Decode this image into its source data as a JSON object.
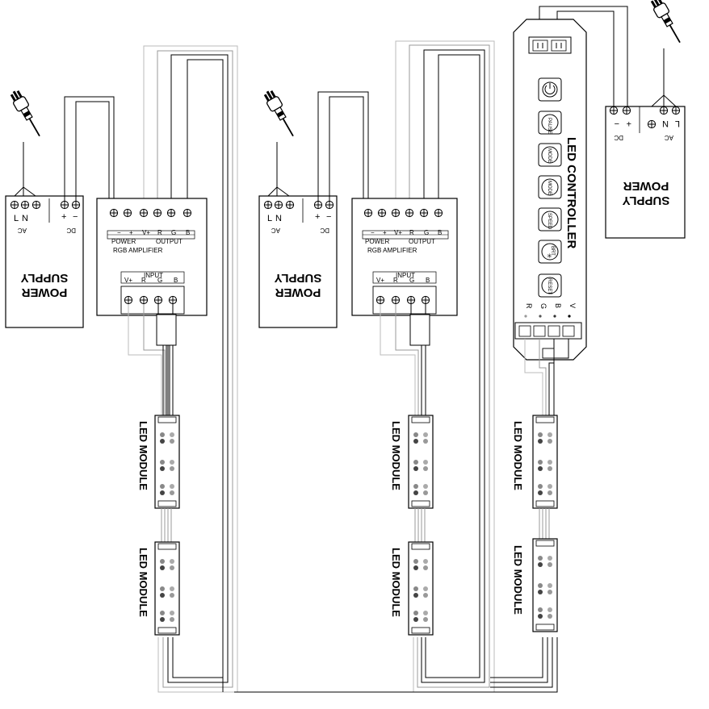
{
  "labels": {
    "power_supply_line1": "POWER",
    "power_supply_line2": "SUPPLY",
    "ac": "AC",
    "dc": "DC",
    "n": "N",
    "l": "L",
    "plus": "+",
    "minus": "−",
    "rgb_amplifier": "RGB AMPLIFIER",
    "power": "POWER",
    "output": "OUTPUT",
    "input": "INPUT",
    "v_plus": "V+",
    "r": "R",
    "g": "G",
    "b": "B",
    "led_module": "LED MODULE",
    "led_controller": "LED CONTROLLER",
    "controller_v": "V",
    "btn_pause": "PAUSE",
    "btn_mode_plus": "MODE",
    "btn_mode_minus": "MODE",
    "btn_speed": "SPEED",
    "btn_brt": "BRT",
    "btn_reset": "RESET"
  }
}
